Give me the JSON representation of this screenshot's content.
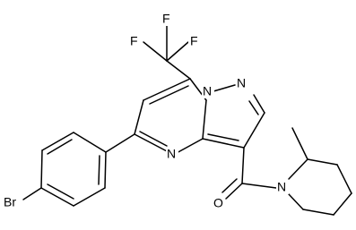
{
  "molecule": {
    "atoms": {
      "f1": "F",
      "f2": "F",
      "f3": "F",
      "n_pyrazole_1": "N",
      "n_pyrazole_2": "N",
      "n_pyrimidine": "N",
      "n_piperidine": "N",
      "o_carbonyl": "O",
      "br": "Br"
    }
  }
}
